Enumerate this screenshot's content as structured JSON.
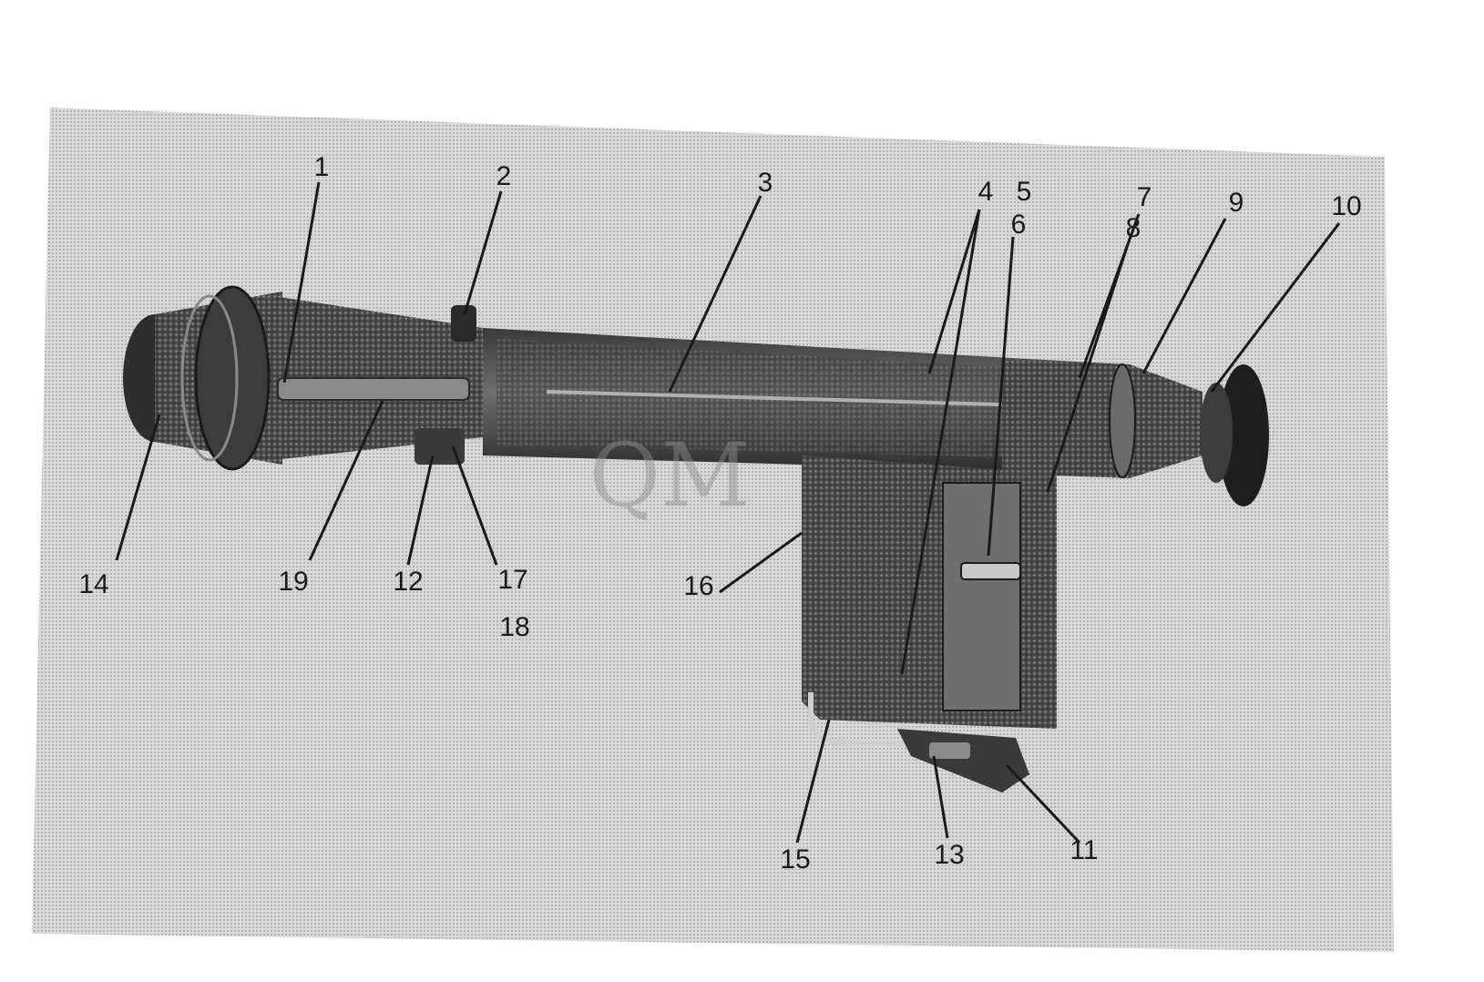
{
  "watermark": {
    "text": "QM"
  },
  "colors": {
    "paper": "#dadada",
    "ink": "#1a1a1a",
    "metal_dark": "#2e2e2e",
    "metal_mid": "#5a5a5a",
    "metal_light": "#8a8a8a"
  },
  "callouts": [
    {
      "id": "1",
      "label": "1"
    },
    {
      "id": "2",
      "label": "2"
    },
    {
      "id": "3",
      "label": "3"
    },
    {
      "id": "4",
      "label": "4"
    },
    {
      "id": "5",
      "label": "5"
    },
    {
      "id": "6",
      "label": "6"
    },
    {
      "id": "7",
      "label": "7"
    },
    {
      "id": "8",
      "label": "8"
    },
    {
      "id": "9",
      "label": "9"
    },
    {
      "id": "10",
      "label": "10"
    },
    {
      "id": "11",
      "label": "11"
    },
    {
      "id": "12",
      "label": "12"
    },
    {
      "id": "13",
      "label": "13"
    },
    {
      "id": "14",
      "label": "14"
    },
    {
      "id": "15",
      "label": "15"
    },
    {
      "id": "16",
      "label": "16"
    },
    {
      "id": "17",
      "label": "17"
    },
    {
      "id": "18",
      "label": "18"
    },
    {
      "id": "19",
      "label": "19"
    }
  ]
}
